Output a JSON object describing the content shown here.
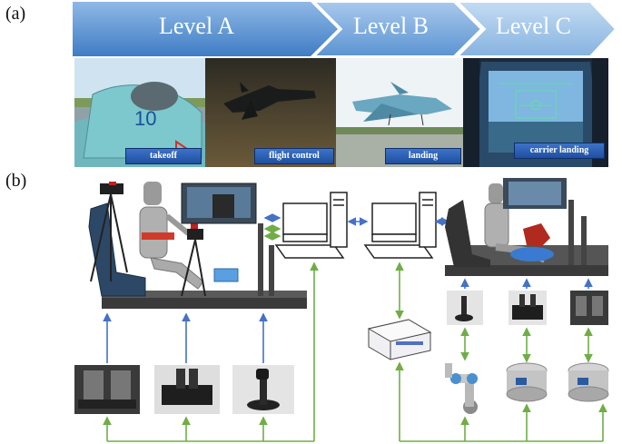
{
  "panel_a_label": "(a)",
  "panel_b_label": "(b)",
  "levels": [
    {
      "label": "Level A"
    },
    {
      "label": "Level B"
    },
    {
      "label": "Level C"
    }
  ],
  "tasks": [
    {
      "label": "takeoff"
    },
    {
      "label": "flight control"
    },
    {
      "label": "landing"
    },
    {
      "label": "carrier landing"
    }
  ],
  "aircraft_marking": "10",
  "colors": {
    "chevron_blue": "#5b9bd5",
    "link_blue": "#4472c4",
    "link_green": "#70ad47",
    "caption_blue": "#2e5fae"
  }
}
